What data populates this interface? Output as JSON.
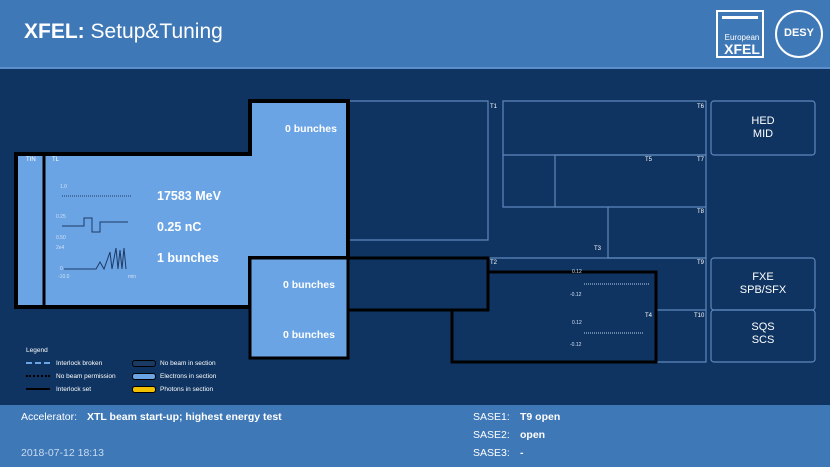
{
  "header": {
    "brand": "XFEL:",
    "title": "Setup&Tuning",
    "logo1_top": "European",
    "logo1_bottom": "XFEL",
    "logo2": "DESY"
  },
  "sections": {
    "tin": "TIN",
    "tl": "TL",
    "t1": "T1",
    "t2": "T2",
    "t3": "T3",
    "t4": "T4",
    "t5": "T5",
    "t6": "T6",
    "t7": "T7",
    "t8": "T8",
    "t9": "T9",
    "t10": "T10"
  },
  "bunches": {
    "top": "0 bunches",
    "middle": "0 bunches",
    "bottom": "0 bunches"
  },
  "tl_readout": {
    "energy": "17583 MeV",
    "charge": "0.25 nC",
    "bunches": "1 bunches"
  },
  "tl_plot_ticks": {
    "y1": "1.0",
    "y2": "0.25",
    "y3": "0.50",
    "y4": "2e4",
    "y5": "0",
    "x1": "-10.0",
    "x2": "min"
  },
  "sase_plot_ticks": {
    "a_top": "0.12",
    "a_bottom": "-0.12",
    "b_top": "0.12",
    "b_bottom": "-0.12"
  },
  "destinations": {
    "hed": [
      "HED",
      "MID"
    ],
    "fxe": [
      "FXE",
      "SPB/SFX"
    ],
    "sqs": [
      "SQS",
      "SCS"
    ]
  },
  "legend": {
    "title": "Legend",
    "items": [
      {
        "label": "Interlock broken",
        "icon": "dashed-line"
      },
      {
        "label": "No beam permission",
        "icon": "dotted-line"
      },
      {
        "label": "Interlock set",
        "icon": "solid-line"
      },
      {
        "label": "No beam in section",
        "icon": "dark-pill"
      },
      {
        "label": "Electrons in section",
        "icon": "blue-pill"
      },
      {
        "label": "Photons in section",
        "icon": "yellow-pill"
      }
    ]
  },
  "footer": {
    "accelerator_label": "Accelerator:",
    "accelerator_value": "XTL beam start-up; highest energy test",
    "timestamp": "2018-07-12 18:13",
    "sase1_label": "SASE1:",
    "sase1_value": "T9 open",
    "sase2_label": "SASE2:",
    "sase2_value": "open",
    "sase3_label": "SASE3:",
    "sase3_value": "-"
  },
  "colors": {
    "background": "#0f3461",
    "header": "#3f78b6",
    "electrons": "#6aa4e4",
    "photons": "#f2c200",
    "outline": "#5d87bd"
  }
}
